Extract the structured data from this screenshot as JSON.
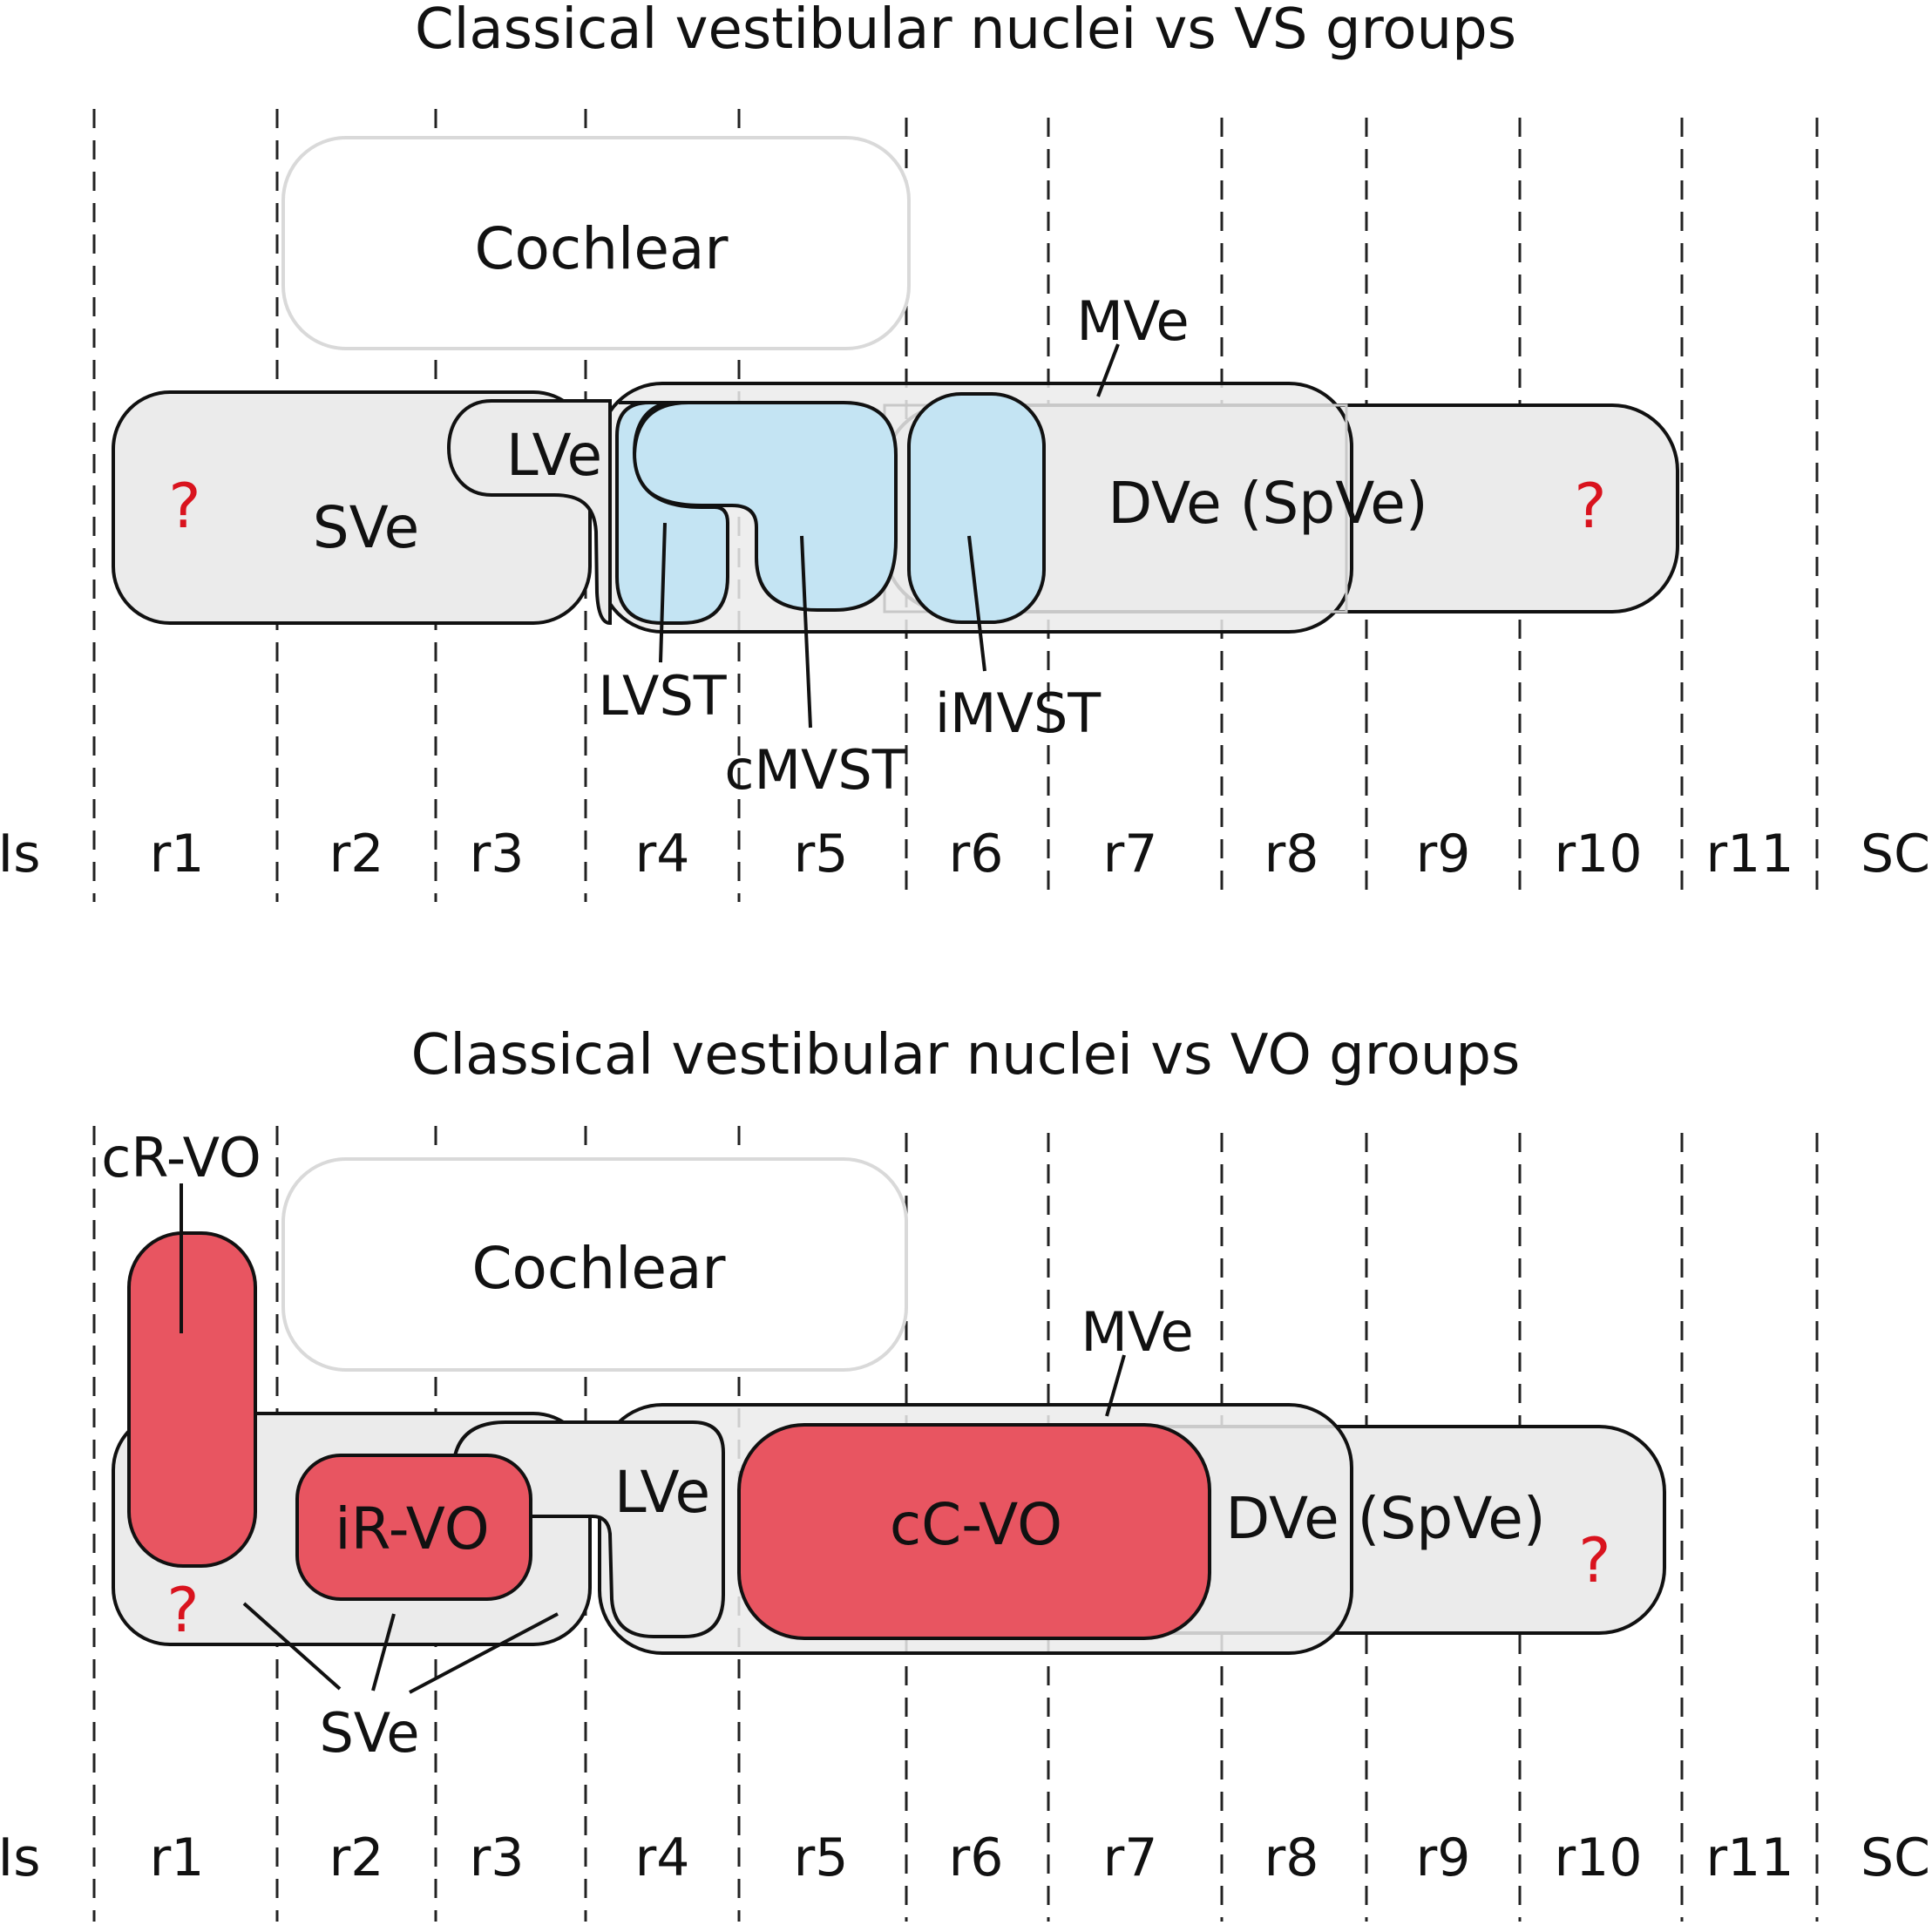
{
  "colors": {
    "nucleus_fill": "#ebebeb",
    "nucleus_stroke": "#111111",
    "cochlear_stroke": "#d9d9d9",
    "vs_fill": "#c4e4f3",
    "vo_fill": "#e85561",
    "question": "#d9131e"
  },
  "segments": [
    "Is",
    "r1",
    "r2",
    "r3",
    "r4",
    "r5",
    "r6",
    "r7",
    "r8",
    "r9",
    "r10",
    "r11",
    "SC"
  ],
  "panel_vs": {
    "title": "Classical vestibular nuclei vs VS groups",
    "nuclei": {
      "cochlear": "Cochlear",
      "mve": "MVe",
      "lve": "LVe",
      "sve": "SVe",
      "dve": "DVe (SpVe)",
      "q_left": "?",
      "q_right": "?"
    },
    "groups": {
      "lvst": "LVST",
      "cmvst": "cMVST",
      "imvst": "iMVST"
    }
  },
  "panel_vo": {
    "title": "Classical vestibular nuclei vs VO groups",
    "nuclei": {
      "cochlear": "Cochlear",
      "mve": "MVe",
      "lve": "LVe",
      "sve": "SVe",
      "dve": "DVe (SpVe)",
      "q_left": "?",
      "q_right": "?"
    },
    "groups": {
      "crvo": "cR-VO",
      "irvo": "iR-VO",
      "ccvo": "cC-VO"
    }
  }
}
